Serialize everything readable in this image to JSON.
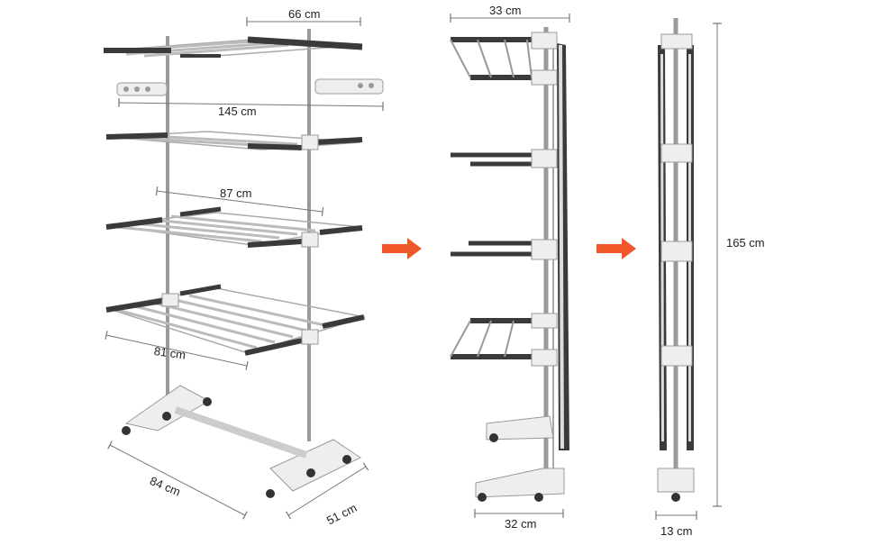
{
  "dimensions": {
    "top_shelf_width": "66 cm",
    "open_width": "145 cm",
    "middle_shelf_width": "87 cm",
    "bottom_shelf_length": "81 cm",
    "base_length": "84 cm",
    "base_depth": "51 cm",
    "half_folded_width": "33 cm",
    "half_folded_base": "32 cm",
    "height": "165 cm",
    "folded_depth": "13 cm"
  },
  "colors": {
    "arrow": "#f0582a",
    "frame": "#9a9a9a",
    "rail_dark": "#3a3a3a",
    "plastic": "#eeeeee",
    "dim_line": "#777777"
  },
  "icons": {
    "arrow_1": "arrow-right-icon",
    "arrow_2": "arrow-right-icon"
  }
}
